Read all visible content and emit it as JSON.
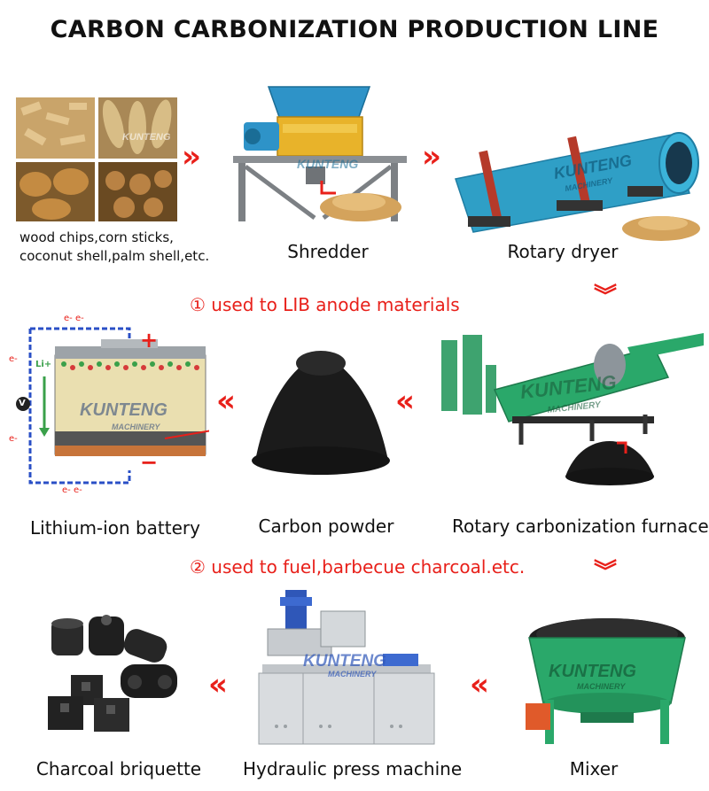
{
  "title": "CARBON CARBONIZATION PRODUCTION LINE",
  "watermark": {
    "brand": "KUNTENG",
    "sub": "MACHINERY"
  },
  "notes": {
    "lib": "① used to LIB anode materials",
    "fuel": "② used to fuel,barbecue charcoal.etc."
  },
  "stages": {
    "raw_line1": "wood chips,corn sticks,",
    "raw_line2": "coconut shell,palm shell,etc.",
    "shredder": "Shredder",
    "dryer": "Rotary dryer",
    "furnace": "Rotary carbonization furnace",
    "powder": "Carbon powder",
    "battery": "Lithium-ion battery",
    "mixer": "Mixer",
    "press": "Hydraulic press machine",
    "briquette": "Charcoal briquette"
  },
  "battery": {
    "electron": "e- e-",
    "electron_single": "e-",
    "li_ion": "Li+",
    "voltmeter": "V",
    "plus": "+",
    "minus": "−"
  },
  "arrows": {
    "right": "»",
    "left": "«",
    "down": "︾"
  },
  "colors": {
    "accent": "#e8201a",
    "machine_teal": "#2f9fc6",
    "machine_green": "#2aa86a",
    "machine_yellow": "#e8b32a"
  }
}
